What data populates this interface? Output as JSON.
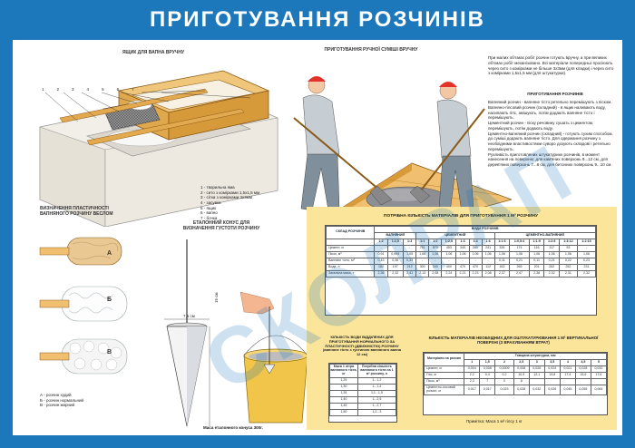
{
  "title": "ПРИГОТУВАННЯ РОЗЧИНІВ",
  "watermark": "СКОЛРАП",
  "sections": {
    "box": {
      "caption": "ЯЩИК ДЛЯ ВАПНА ВРУЧНУ",
      "numbers": [
        "1",
        "2",
        "3",
        "4",
        "5",
        "6",
        "7"
      ],
      "legend": [
        "1 - творильна яма",
        "2 - сито з комірками 1,5х1,5 мм",
        "3 - сітка з комірками 3х3мм",
        "4 - засувка",
        "5 - ящик",
        "6 - вапно",
        "7 - бочка"
      ]
    },
    "workers": {
      "caption": "ПРИГОТУВАННЯ РУЧНОЇ СУМІШІ ВРУЧНУ"
    },
    "text": {
      "intro": "При малих об'ємах робіт розчин готують вручну, а при великих об'ємах робіт механізовано. Всі матеріали попередньо просіюють через сито з комірками не більше 3х3мм (для кладки) і через сито з комірками 1,5х1,5 мм (для штукатурки).",
      "heading": "ПРИГОТУВАННЯ РОЗЧИНІВ",
      "para1": "Вапняний розчин - вапняне тісто ретельно перемішують з піском.",
      "para2": "Вапняно-гіпсовий розчин (складний) - в ящик наливають воду, насипають гіпс, змішують, потім додають вапняне тісто і перемішують.",
      "para3": "Цементний розчин - піску речовину сушать з цементом, перемішують, потім додають воду.",
      "para4": "Цементно-вапняний розчин (складний) - готують сухим способом, до суміші додають вапняне тісто. Для одержання розчину з необхідними властивостями суворо дозують складові і ретельно перемішують.",
      "para5": "Рухливість приготовлених штукатурних розчинів, в момент нанесення на поверхню: для кам'яних поверхонь 9...12 см, для дерев'яних поверхонь 7...8 см, для бетонних поверхонь 9...10 см."
    },
    "plasticity": {
      "caption": "ВИЗНАЧЕННЯ ПЛАСТИЧНОСТІ ВАПНЯНОГО РОЗЧИНУ ВЕСЛОМ",
      "labels": [
        "А",
        "Б",
        "В"
      ],
      "legend": [
        "А - розчин худий",
        "Б - розчин нормальний",
        "В - розчин жирний"
      ]
    },
    "cone": {
      "caption": "ЕТАЛОННИЙ КОНУС ДЛЯ ВИЗНАЧЕННЯ ГУСТОТИ РОЗЧИНУ",
      "bottom": "Маса еталонного конуса 300г.",
      "dim1": "15 см",
      "dim2": "7,5 см"
    },
    "main_table": {
      "title": "ПОТРІБНА КІЛЬКІСТЬ МАТЕРІАЛІВ ДЛЯ ПРИГОТУВАННЯ 1 М³ РОЗЧИНУ",
      "col_header": "ВИДИ РОЗЧИНІВ",
      "row_header": "СКЛАД РОЗЧИНІВ",
      "groups": [
        "ВАПНЯНИЙ",
        "ЦЕМЕНТНИЙ",
        "ЦЕМЕНТНО-ВАПНЯНИЙ"
      ],
      "ratios": [
        "1:2",
        "1:2,5",
        "1:3",
        "1:1",
        "1:2",
        "1:2,5",
        "1:3",
        "1:4",
        "1:6",
        "1:1:6",
        "1:0,5:4",
        "1:1:9",
        "1:2:8",
        "1:3:12",
        "1:2:15"
      ],
      "rows": [
        {
          "name": "Цемент, кг",
          "values": [
            "-",
            "-",
            "-",
            "751",
            "570",
            "453",
            "340",
            "261",
            "241",
            "326",
            "174",
            "116",
            "117",
            "93",
            "-"
          ]
        },
        {
          "name": "Пісок, м³",
          "values": [
            "0,91",
            "0,994",
            "1,05",
            "1,06",
            "1,06",
            "1,06",
            "1,06",
            "1,06",
            "1,06",
            "1,06",
            "1,06",
            "1,06",
            "1,06",
            "1,06",
            "1,06"
          ]
        },
        {
          "name": "Вапняне тісто, м³",
          "values": [
            "0,43",
            "0,36",
            "0,33",
            "-",
            "-",
            "-",
            "-",
            "-",
            "-",
            "0,11",
            "0,21",
            "0,11",
            "0,21",
            "0,22",
            "0,23"
          ]
        },
        {
          "name": "Вода, л",
          "values": [
            "182",
            "197",
            "212",
            "300",
            "340",
            "400",
            "470",
            "470",
            "112",
            "163",
            "265",
            "201",
            "262",
            "252",
            "231"
          ]
        },
        {
          "name": "Загальна маса, т",
          "values": [
            "2,36",
            "2,32",
            "2,41",
            "2,13",
            "2,08",
            "2,24",
            "2,21",
            "2,23",
            "2,08",
            "2,37",
            "2,47",
            "2,38",
            "2,32",
            "2,31",
            "2,32"
          ]
        }
      ]
    },
    "table2": {
      "title": "КІЛЬКІСТЬ ВОДИ ВІДДІЛЕНИХ ДЛЯ ПРИГОТУВАННЯ НОРМАЛЬНОГО ЗА ПЛАСТИЧНОСТІ (ДВИЖНІСТЮ) РОЗЧИНУ (вапняне тісто з густиною вапняного вапна 12 см)",
      "headers": [
        "Маса 1 літра вапняного тіста, кг",
        "Потрібна кількість вапняного тіста на 1 м³ розчину, л"
      ],
      "rows": [
        [
          "1,25",
          "1...1,2"
        ],
        [
          "1,30",
          "1...1,4"
        ],
        [
          "1,35",
          "1,1...1,5"
        ],
        [
          "1,40",
          "1...2,5"
        ],
        [
          "1,45",
          "1...2,7"
        ],
        [
          "1,50",
          "1,2...3"
        ]
      ]
    },
    "table3": {
      "title": "КІЛЬКІСТЬ МАТЕРІАЛІВ НЕОБХІДНИХ ДЛЯ ОШТУКАТУРЮВАННЯ 1 М² ВЕРТИКАЛЬНОЇ ПОВЕРХНІ (З ВРАХУВАННЯМ ВТРАТ)",
      "col_header": "Товщина штукатурки, мм",
      "row_header": "Матеріали на розчин",
      "cols": [
        "1",
        "1,5",
        "2",
        "2,5",
        "3",
        "3,5",
        "4",
        "4,5",
        "5"
      ],
      "rows": [
        {
          "name": "Цемент, кг",
          "values": [
            "0,004",
            "0,008",
            "0,0009",
            "0,008",
            "0,026",
            "0,024",
            "0,021",
            "0,028",
            "0,032"
          ]
        },
        {
          "name": "Гіпс, кг",
          "values": [
            "2,2",
            "0,4",
            "0,2",
            "10,9",
            "12,1",
            "13,8",
            "17,4",
            "15,6",
            "17,6"
          ]
        },
        {
          "name": "Пісок, м³",
          "values": [
            "2,3",
            "7",
            "0",
            "8",
            "",
            "",
            "",
            "",
            ""
          ]
        },
        {
          "name": "Цементно-гіпсовий розчин, кг",
          "values": [
            "0,017",
            "0,017",
            "0,023",
            "0,028",
            "0,032",
            "0,026",
            "0,045",
            "0,055",
            "0,064"
          ]
        }
      ],
      "note": "Примітка: Маса 1 м³ гіпсу 1 кг"
    }
  }
}
